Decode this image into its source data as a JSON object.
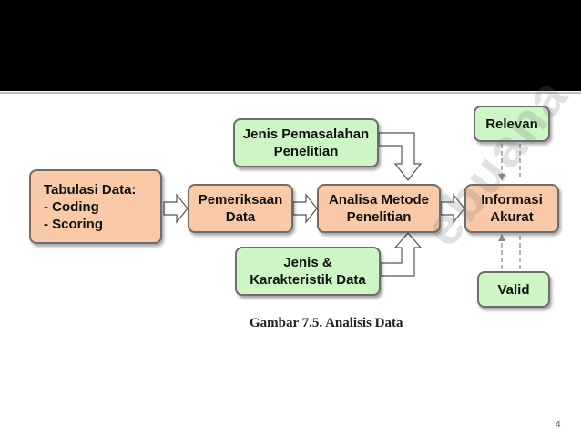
{
  "diagram": {
    "caption": "Gambar 7.5. Analisis Data",
    "nodes": {
      "tabulasi": "Tabulasi Data:\n- Coding\n- Scoring",
      "pemeriksaan": "Pemeriksaan\nData",
      "analisa": "Analisa Metode\nPenelitian",
      "informasi": "Informasi\nAkurat",
      "jenis_pemasalahan": "Jenis Pemasalahan\nPenelitian",
      "jenis_karakteristik": "Jenis &\nKarakteristik Data",
      "relevan": "Relevan",
      "valid": "Valid"
    },
    "colors": {
      "orange": "#f9c9a8",
      "green": "#cdf5c6",
      "border": "#6d6d6d"
    },
    "watermark": "ebuana"
  },
  "slide": {
    "page_number": "4"
  }
}
